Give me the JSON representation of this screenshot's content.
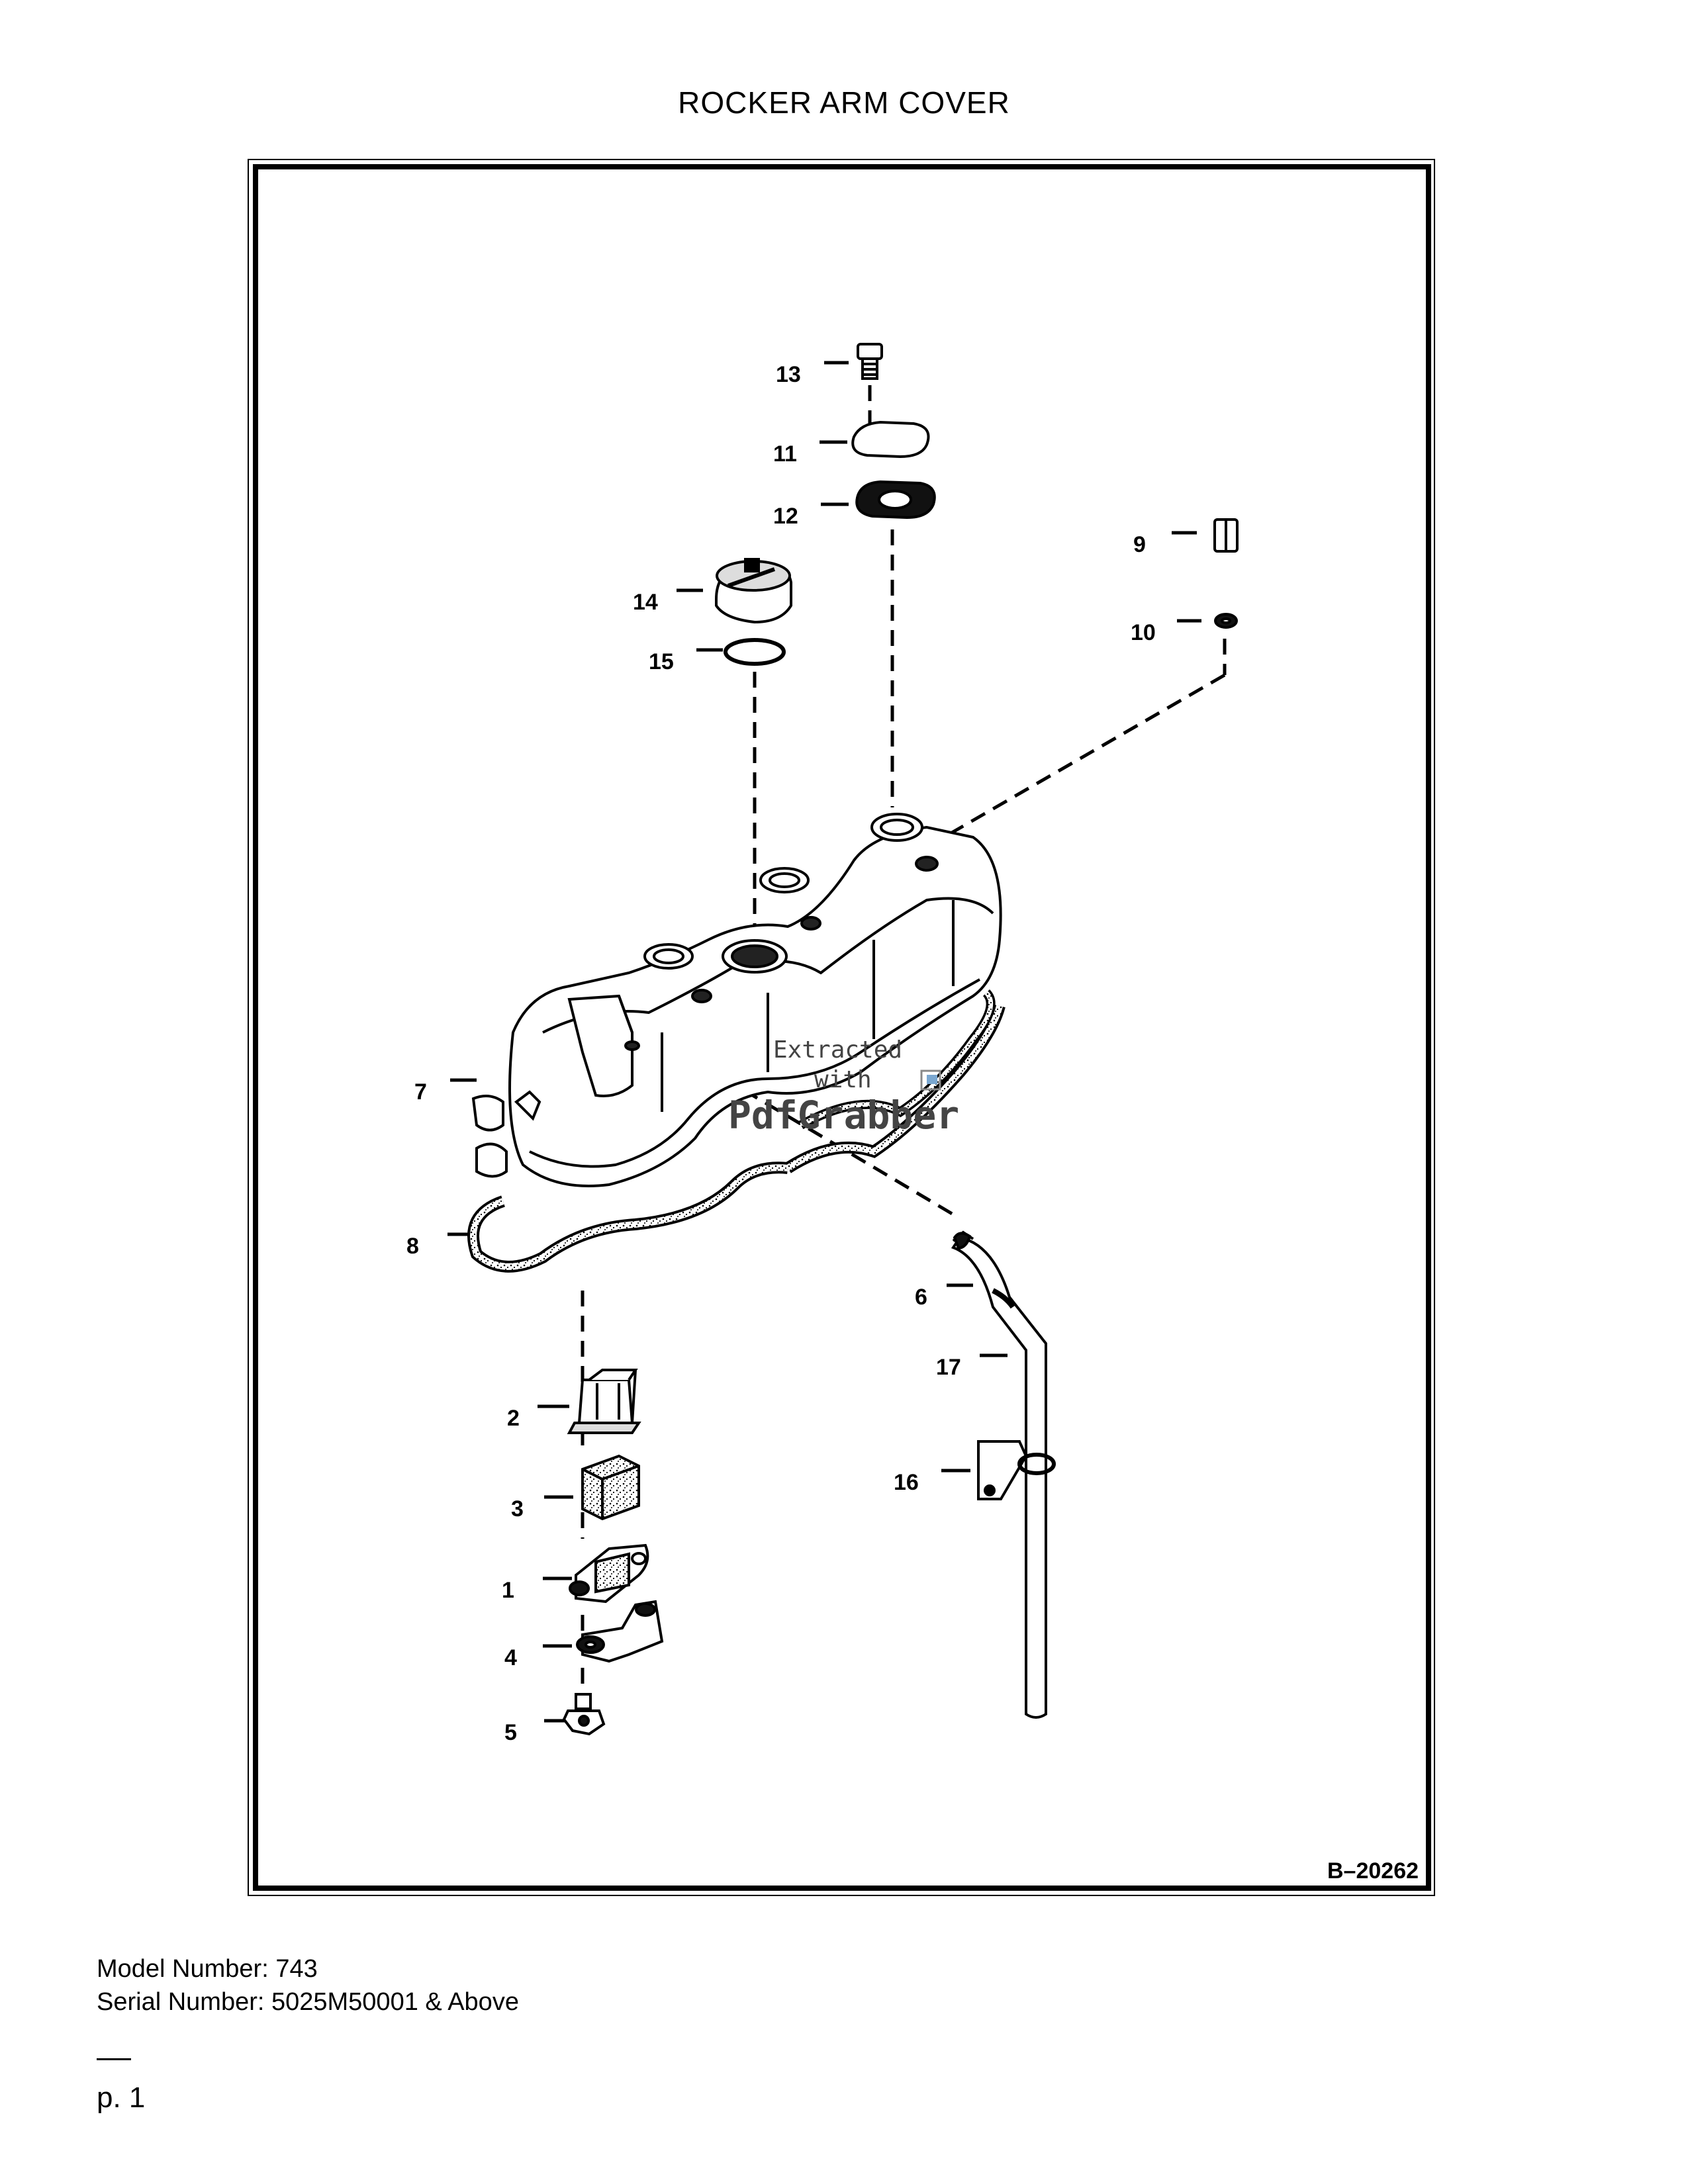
{
  "title": "ROCKER ARM COVER",
  "figure_code": "B–20262",
  "callouts": {
    "c1": "1",
    "c2": "2",
    "c3": "3",
    "c4": "4",
    "c5": "5",
    "c6": "6",
    "c7": "7",
    "c8": "8",
    "c9": "9",
    "c10": "10",
    "c11": "11",
    "c12": "12",
    "c13": "13",
    "c14": "14",
    "c15": "15",
    "c16": "16",
    "c17": "17"
  },
  "watermark": {
    "line1": "Extracted",
    "line2": "with",
    "line3": "PdfGrabber"
  },
  "footer": {
    "model": "Model Number: 743",
    "serial": "Serial Number: 5025M50001 & Above",
    "page": "p. 1"
  }
}
